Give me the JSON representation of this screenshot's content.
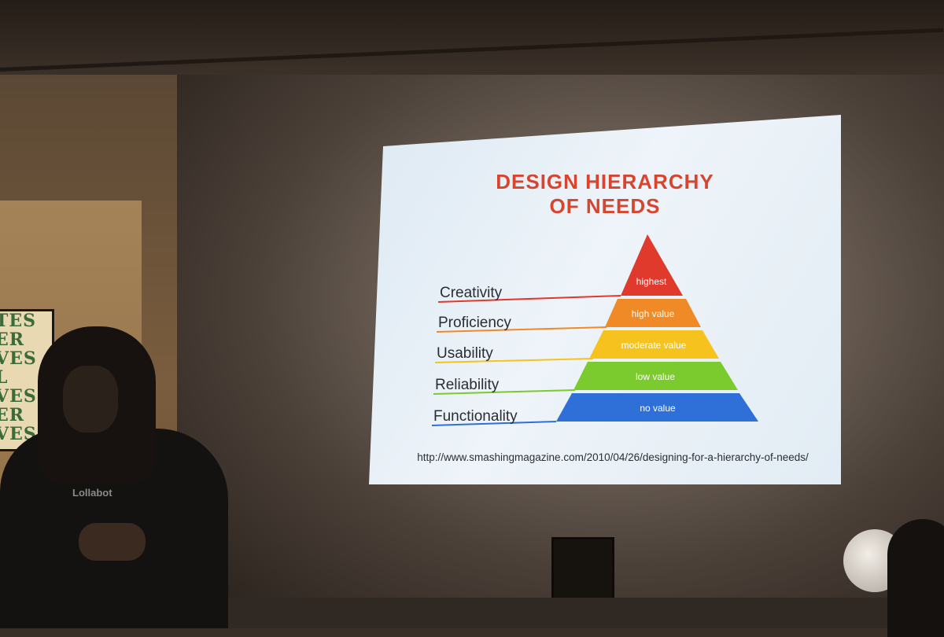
{
  "slide": {
    "title_line1": "DESIGN HIERARCHY",
    "title_line2": "OF NEEDS",
    "levels": [
      {
        "label": "Creativity",
        "band": "highest",
        "color": "#e03a2c"
      },
      {
        "label": "Proficiency",
        "band": "high value",
        "color": "#ef8a26"
      },
      {
        "label": "Usability",
        "band": "moderate value",
        "color": "#f6c31e"
      },
      {
        "label": "Reliability",
        "band": "low value",
        "color": "#7ccb2e"
      },
      {
        "label": "Functionality",
        "band": "no value",
        "color": "#2f6fd8"
      }
    ],
    "url": "http://www.smashingmagazine.com/2010/04/26/designing-for-a-hierarchy-of-needs/"
  },
  "scene": {
    "shirt_text": "Lollabot",
    "poster_text": [
      "TES",
      "ER",
      "VES",
      "L",
      "VES",
      "ER",
      "VES"
    ]
  }
}
